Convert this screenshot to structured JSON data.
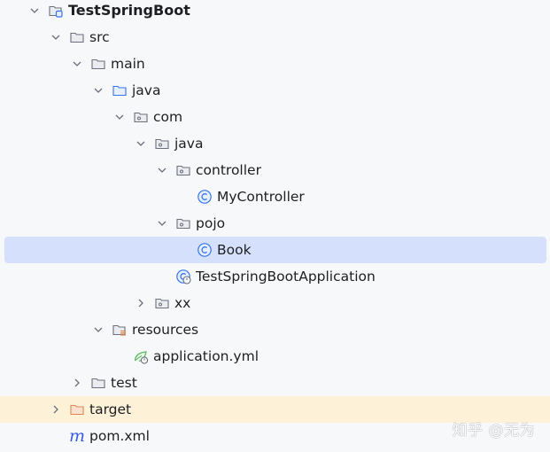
{
  "project_tree": {
    "colors": {
      "background": "#f7f8fa",
      "selection": "#d5e1fc",
      "excluded_row": "#fdf1d8",
      "folder_gray": "#6c707e",
      "source_folder_blue": "#3574f0",
      "class_icon_blue": "#3574f0",
      "spring_green": "#5fb865",
      "target_folder_orange": "#e08855",
      "maven_blue": "#3a5de0"
    },
    "nodes": [
      {
        "label": "TestSpringBoot",
        "depth": 0,
        "expanded": true,
        "icon": "module-folder-icon"
      },
      {
        "label": "src",
        "depth": 1,
        "expanded": true,
        "icon": "folder-icon"
      },
      {
        "label": "main",
        "depth": 2,
        "expanded": true,
        "icon": "folder-icon"
      },
      {
        "label": "java",
        "depth": 3,
        "expanded": true,
        "icon": "source-root-folder-icon"
      },
      {
        "label": "com",
        "depth": 4,
        "expanded": true,
        "icon": "package-icon"
      },
      {
        "label": "java",
        "depth": 5,
        "expanded": true,
        "icon": "package-icon"
      },
      {
        "label": "controller",
        "depth": 6,
        "expanded": true,
        "icon": "package-icon"
      },
      {
        "label": "MyController",
        "depth": 7,
        "icon": "class-icon"
      },
      {
        "label": "pojo",
        "depth": 6,
        "expanded": true,
        "icon": "package-icon"
      },
      {
        "label": "Book",
        "depth": 7,
        "icon": "class-icon",
        "selected": true
      },
      {
        "label": "TestSpringBootApplication",
        "depth": 6,
        "icon": "spring-boot-class-icon"
      },
      {
        "label": "xx",
        "depth": 5,
        "expanded": false,
        "icon": "package-icon"
      },
      {
        "label": "resources",
        "depth": 3,
        "expanded": true,
        "icon": "resources-folder-icon"
      },
      {
        "label": "application.yml",
        "depth": 4,
        "icon": "spring-config-icon"
      },
      {
        "label": "test",
        "depth": 2,
        "expanded": false,
        "icon": "folder-icon"
      },
      {
        "label": "target",
        "depth": 1,
        "expanded": false,
        "icon": "excluded-folder-icon",
        "excluded": true
      },
      {
        "label": "pom.xml",
        "depth": 1,
        "icon": "maven-icon"
      }
    ]
  },
  "watermark": {
    "text": "知乎 @无为"
  }
}
